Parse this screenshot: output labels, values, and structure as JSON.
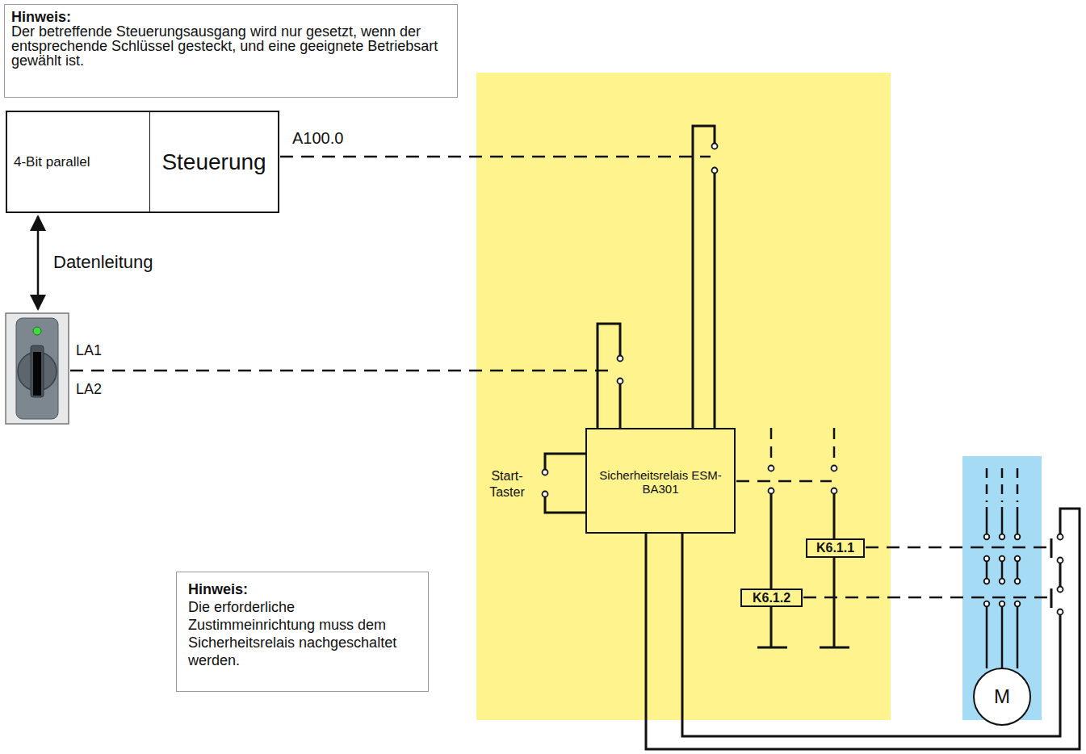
{
  "diagram": {
    "nodes": [
      {
        "text": [
          "Hinweis:",
          "Der betreffende Steuerungsausgang wird nur gesetzt, wenn der entsprechende Schlüssel gesteckt, und eine geeignete Betriebsart gewählt ist."
        ]
      },
      {
        "text": [
          "4-Bit parallel"
        ]
      },
      {
        "text": [
          "Steuerung"
        ]
      },
      {
        "text": [
          "Sicherheitsrelais ESM-BA301"
        ]
      },
      {
        "text": [
          "K6.1.1"
        ]
      },
      {
        "text": [
          "Hinweis:",
          "Die erforderliche Zustimmeinrichtung muss dem Sicherheitsrelais nachgeschaltet werden."
        ]
      },
      {
        "text": [
          "K6.1.2"
        ]
      },
      {
        "text": [
          "M"
        ]
      }
    ],
    "labels": [
      "A100.0",
      "Datenleitung",
      "LA1",
      "LA2",
      "Start- Taster"
    ]
  }
}
